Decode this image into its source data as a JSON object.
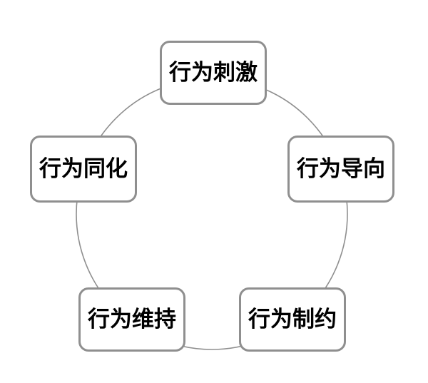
{
  "diagram": {
    "type": "cycle",
    "shape": "circle",
    "ring_color": "#8f8f8f",
    "box_border_color": "#8f8f8f",
    "box_fill_color": "#ffffff",
    "text_color": "#000000",
    "background_color": "#ffffff",
    "nodes": [
      {
        "id": "stimulus",
        "label": "行为刺激",
        "position": "top"
      },
      {
        "id": "guidance",
        "label": "行为导向",
        "position": "right"
      },
      {
        "id": "restraint",
        "label": "行为制约",
        "position": "bottom-right"
      },
      {
        "id": "maintain",
        "label": "行为维持",
        "position": "bottom-left"
      },
      {
        "id": "assimilate",
        "label": "行为同化",
        "position": "left"
      }
    ]
  }
}
